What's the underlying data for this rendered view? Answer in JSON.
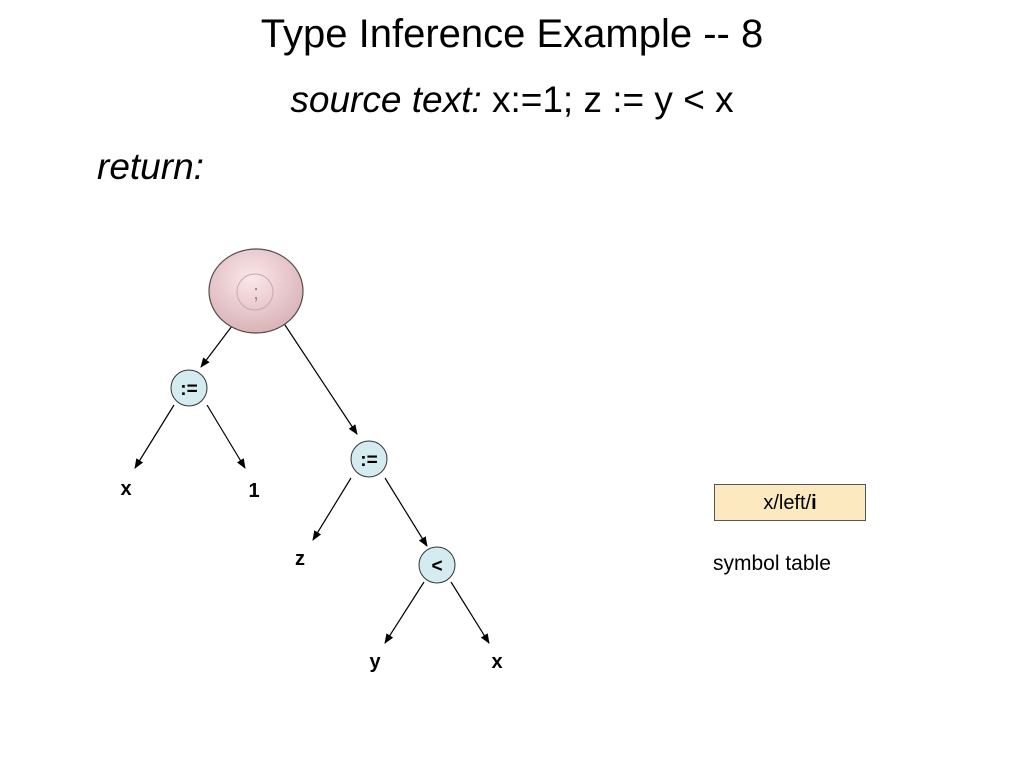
{
  "slide": {
    "title": "Type Inference Example -- 8",
    "source_label": "source text:",
    "source_code": "x:=1; z := y < x",
    "return_label": "return:"
  },
  "tree": {
    "root": {
      "label": ";",
      "fill_top": "#fbe6ea",
      "fill_bottom": "#d9b4b8"
    },
    "nodes": {
      "assign1": ":=",
      "assign2": ":=",
      "less_than": "<"
    },
    "leaves": {
      "x1": "x",
      "one": "1",
      "z": "z",
      "y": "y",
      "x2": "x"
    },
    "node_fill": "#d4ebf0"
  },
  "symbol_table": {
    "entry_prefix": "x/left/",
    "entry_type": "i",
    "entry_fill": "#fde9c0",
    "caption": "symbol table"
  }
}
